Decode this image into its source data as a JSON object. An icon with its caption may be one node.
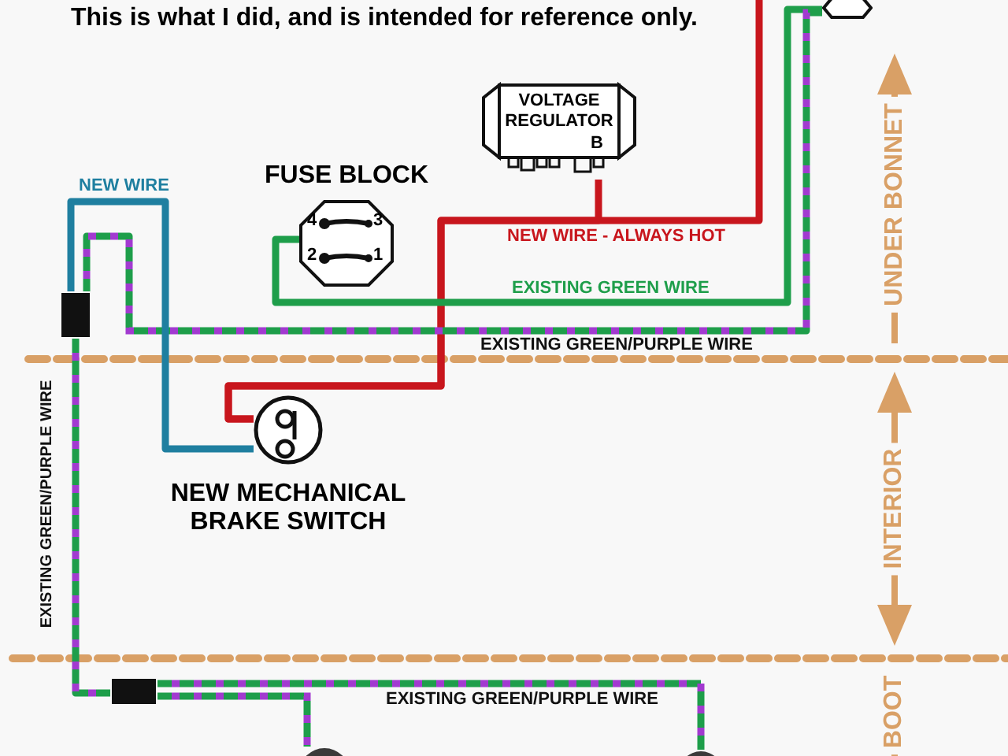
{
  "diagram": {
    "nodes": [
      {
        "text": [
          "VOLTAGE REGULATOR",
          "B"
        ]
      },
      {
        "text": [
          "FUSE BLOCK",
          "4",
          "3",
          "2",
          "1"
        ]
      },
      {
        "text": [
          "NEW MECHANICAL BRAKE SWITCH"
        ]
      },
      {
        "text": [],
        "shape": "box"
      },
      {
        "text": [],
        "shape": "box"
      },
      {
        "text": [],
        "shape": "hexagon"
      },
      {
        "text": [],
        "shape": "circle"
      },
      {
        "text": [],
        "shape": "circle"
      }
    ],
    "edges": [
      {
        "from": 0,
        "to": 2,
        "arrow": "none",
        "label": "NEW WIRE - ALWAYS HOT",
        "color": "#c8161d"
      },
      {
        "from": null,
        "to": 2,
        "arrow": "none",
        "color": "#c8161d"
      },
      {
        "from": 1,
        "to": 5,
        "arrow": "none",
        "label": "EXISTING GREEN WIRE"
      },
      {
        "from": 5,
        "to": 3,
        "arrow": "none",
        "label": "EXISTING GREEN/PURPLE WIRE",
        "style": "dashed"
      },
      {
        "from": 3,
        "to": 2,
        "arrow": "none",
        "label": "NEW WIRE",
        "color": "#1f7fa0"
      },
      {
        "from": 3,
        "to": 4,
        "arrow": "none",
        "label": "EXISTING GREEN/PURPLE WIRE",
        "style": "dashed"
      },
      {
        "from": 4,
        "to": 6,
        "arrow": "none",
        "style": "dashed"
      },
      {
        "from": 4,
        "to": 7,
        "arrow": "none",
        "label": "EXISTING GREEN/PURPLE WIRE",
        "style": "dashed"
      }
    ],
    "labels": [
      "This is what I did, and is intended for reference only.",
      "UNDER BONNET",
      "INTERIOR",
      "BOOT"
    ]
  }
}
